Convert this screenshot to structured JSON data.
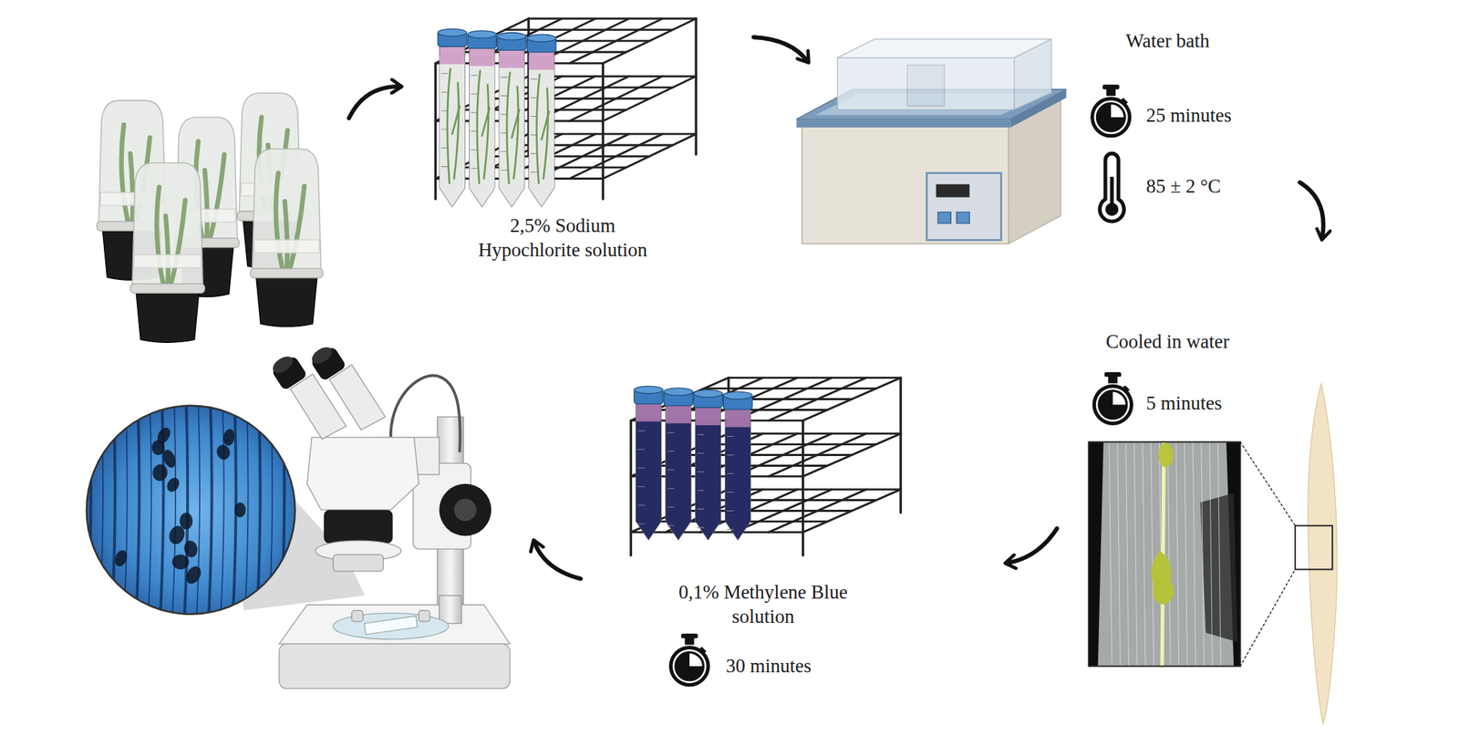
{
  "diagram": {
    "labels": [
      "2,5% Sodium Hypochlorite solution",
      "Water bath",
      "25 minutes",
      "85 ± 2 °C",
      "Cooled in water",
      "5 minutes",
      "0,1% Methylene Blue solution",
      "30 minutes"
    ]
  }
}
